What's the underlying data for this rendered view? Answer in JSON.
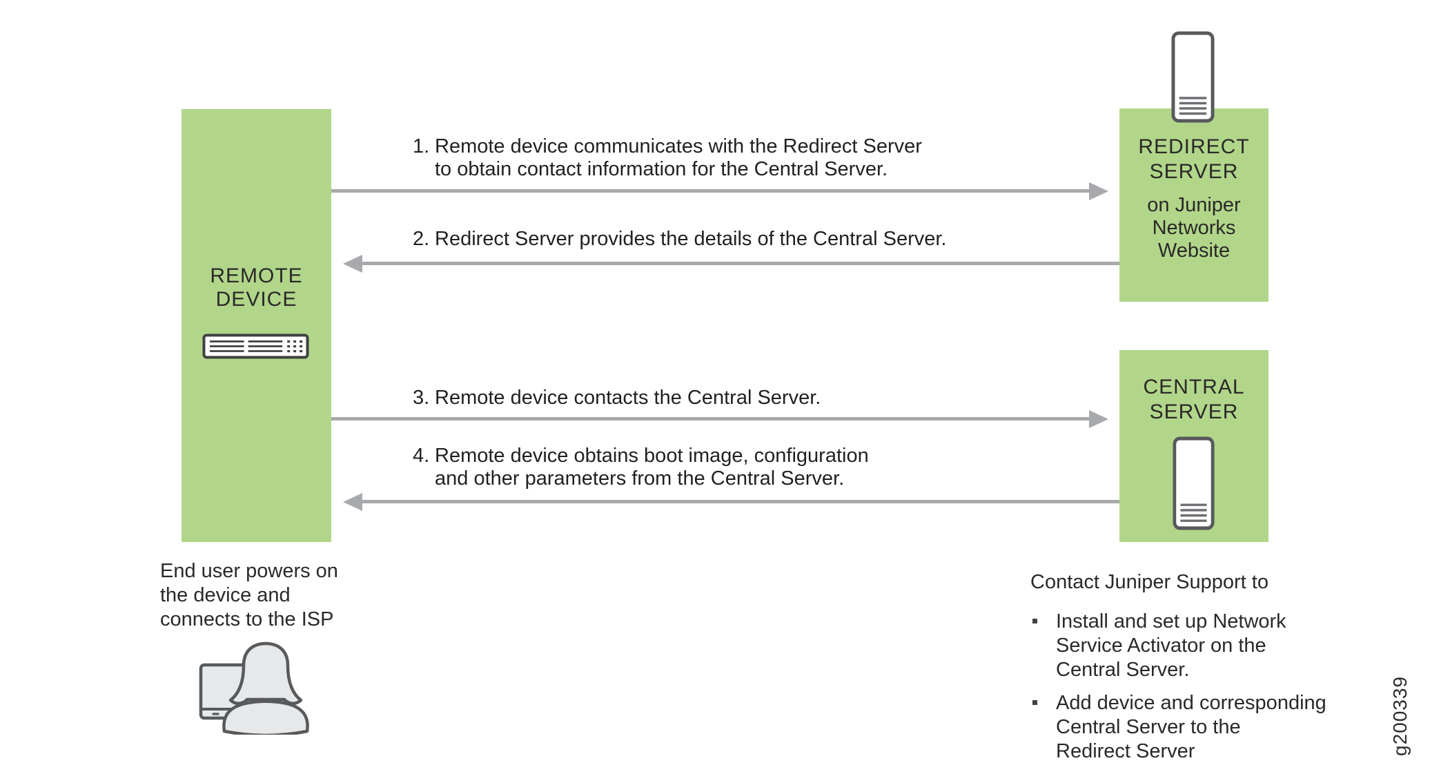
{
  "figure": {
    "id_label": "g200339"
  },
  "colors": {
    "box_green": "#b1d68a",
    "arrow_gray": "#a7a9ac",
    "text_dark": "#231f20",
    "icon_stroke": "#58595b",
    "icon_fill_light": "#e7e8e9"
  },
  "remote_device": {
    "label": "REMOTE\nDEVICE",
    "icon": "rack-switch-icon"
  },
  "redirect_server": {
    "title": "REDIRECT\nSERVER",
    "subtitle": "on Juniper\nNetworks\nWebsite",
    "icon": "tower-server-icon"
  },
  "central_server": {
    "title": "CENTRAL\nSERVER",
    "icon": "tower-server-icon"
  },
  "steps": [
    {
      "number": "1.",
      "text": "Remote device communicates with the Redirect Server\nto obtain contact information for the Central Server."
    },
    {
      "number": "2.",
      "text": "Redirect Server provides the details of the Central Server."
    },
    {
      "number": "3.",
      "text": "Remote device contacts the Central Server."
    },
    {
      "number": "4.",
      "text": "Remote device obtains boot image, configuration\nand other parameters from the Central Server."
    }
  ],
  "end_user": {
    "caption": "End user powers on\nthe device and\nconnects to the ISP",
    "icon": "person-at-computer-icon"
  },
  "support_note": {
    "heading": "Contact Juniper Support to",
    "bullets": [
      "Install and set up Network\nService Activator on the\nCentral Server.",
      "Add device and corresponding\nCentral Server to the\nRedirect Server"
    ]
  }
}
